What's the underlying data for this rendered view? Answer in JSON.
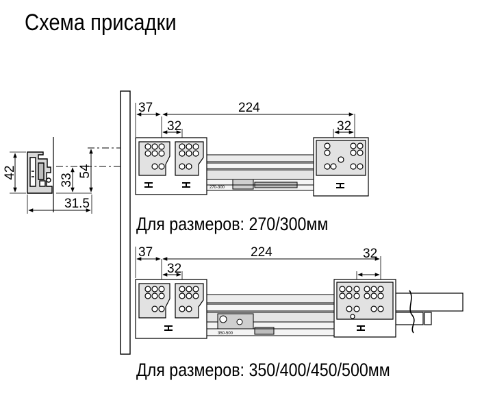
{
  "title": "Схема присадки",
  "side_view": {
    "dim_height_outer": "42",
    "dim_height_inner": "33",
    "dim_height_total": "54",
    "dim_width": "31.5"
  },
  "drawing_1": {
    "dim_offset": "37",
    "dim_span": "224",
    "dim_front_holes": "32",
    "dim_rear_holes": "32",
    "part_label": "270-300",
    "caption": "Для размеров: 270/300мм"
  },
  "drawing_2": {
    "dim_offset": "37",
    "dim_span": "224",
    "dim_front_holes": "32",
    "dim_rear_holes": "32",
    "part_label": "350-500",
    "caption": "Для размеров: 350/400/450/500мм"
  }
}
